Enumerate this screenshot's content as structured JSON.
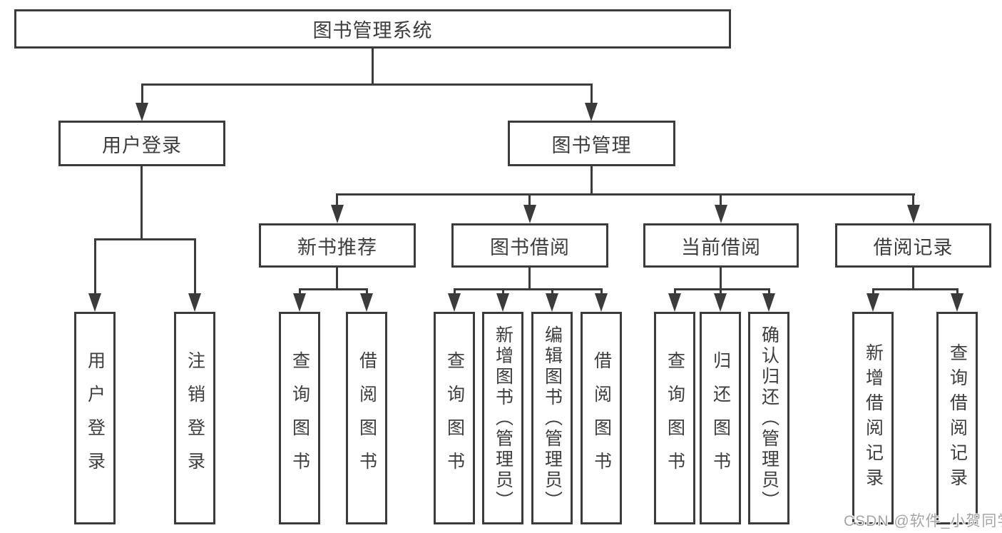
{
  "tree": {
    "root": "图书管理系统",
    "login": {
      "label": "用户登录",
      "leaves": [
        "用户登录",
        "注销登录"
      ]
    },
    "management": {
      "label": "图书管理",
      "groups": [
        {
          "label": "新书推荐",
          "leaves": [
            "查询图书",
            "借阅图书"
          ]
        },
        {
          "label": "图书借阅",
          "leaves": [
            "查询图书",
            "新增图书（管理员）",
            "编辑图书（管理员）",
            "借阅图书"
          ]
        },
        {
          "label": "当前借阅",
          "leaves": [
            "查询图书",
            "归还图书",
            "确认归还（管理员）"
          ]
        },
        {
          "label": "借阅记录",
          "leaves": [
            "新增借阅记录",
            "查询借阅记录"
          ]
        }
      ]
    }
  },
  "watermark": {
    "text": "CSDN @软件_小贺同学"
  },
  "colors": {
    "line": "#3b3b3b",
    "text": "#3d3d3d",
    "background": "#ffffff",
    "watermark_text": "#a6a6a6"
  }
}
